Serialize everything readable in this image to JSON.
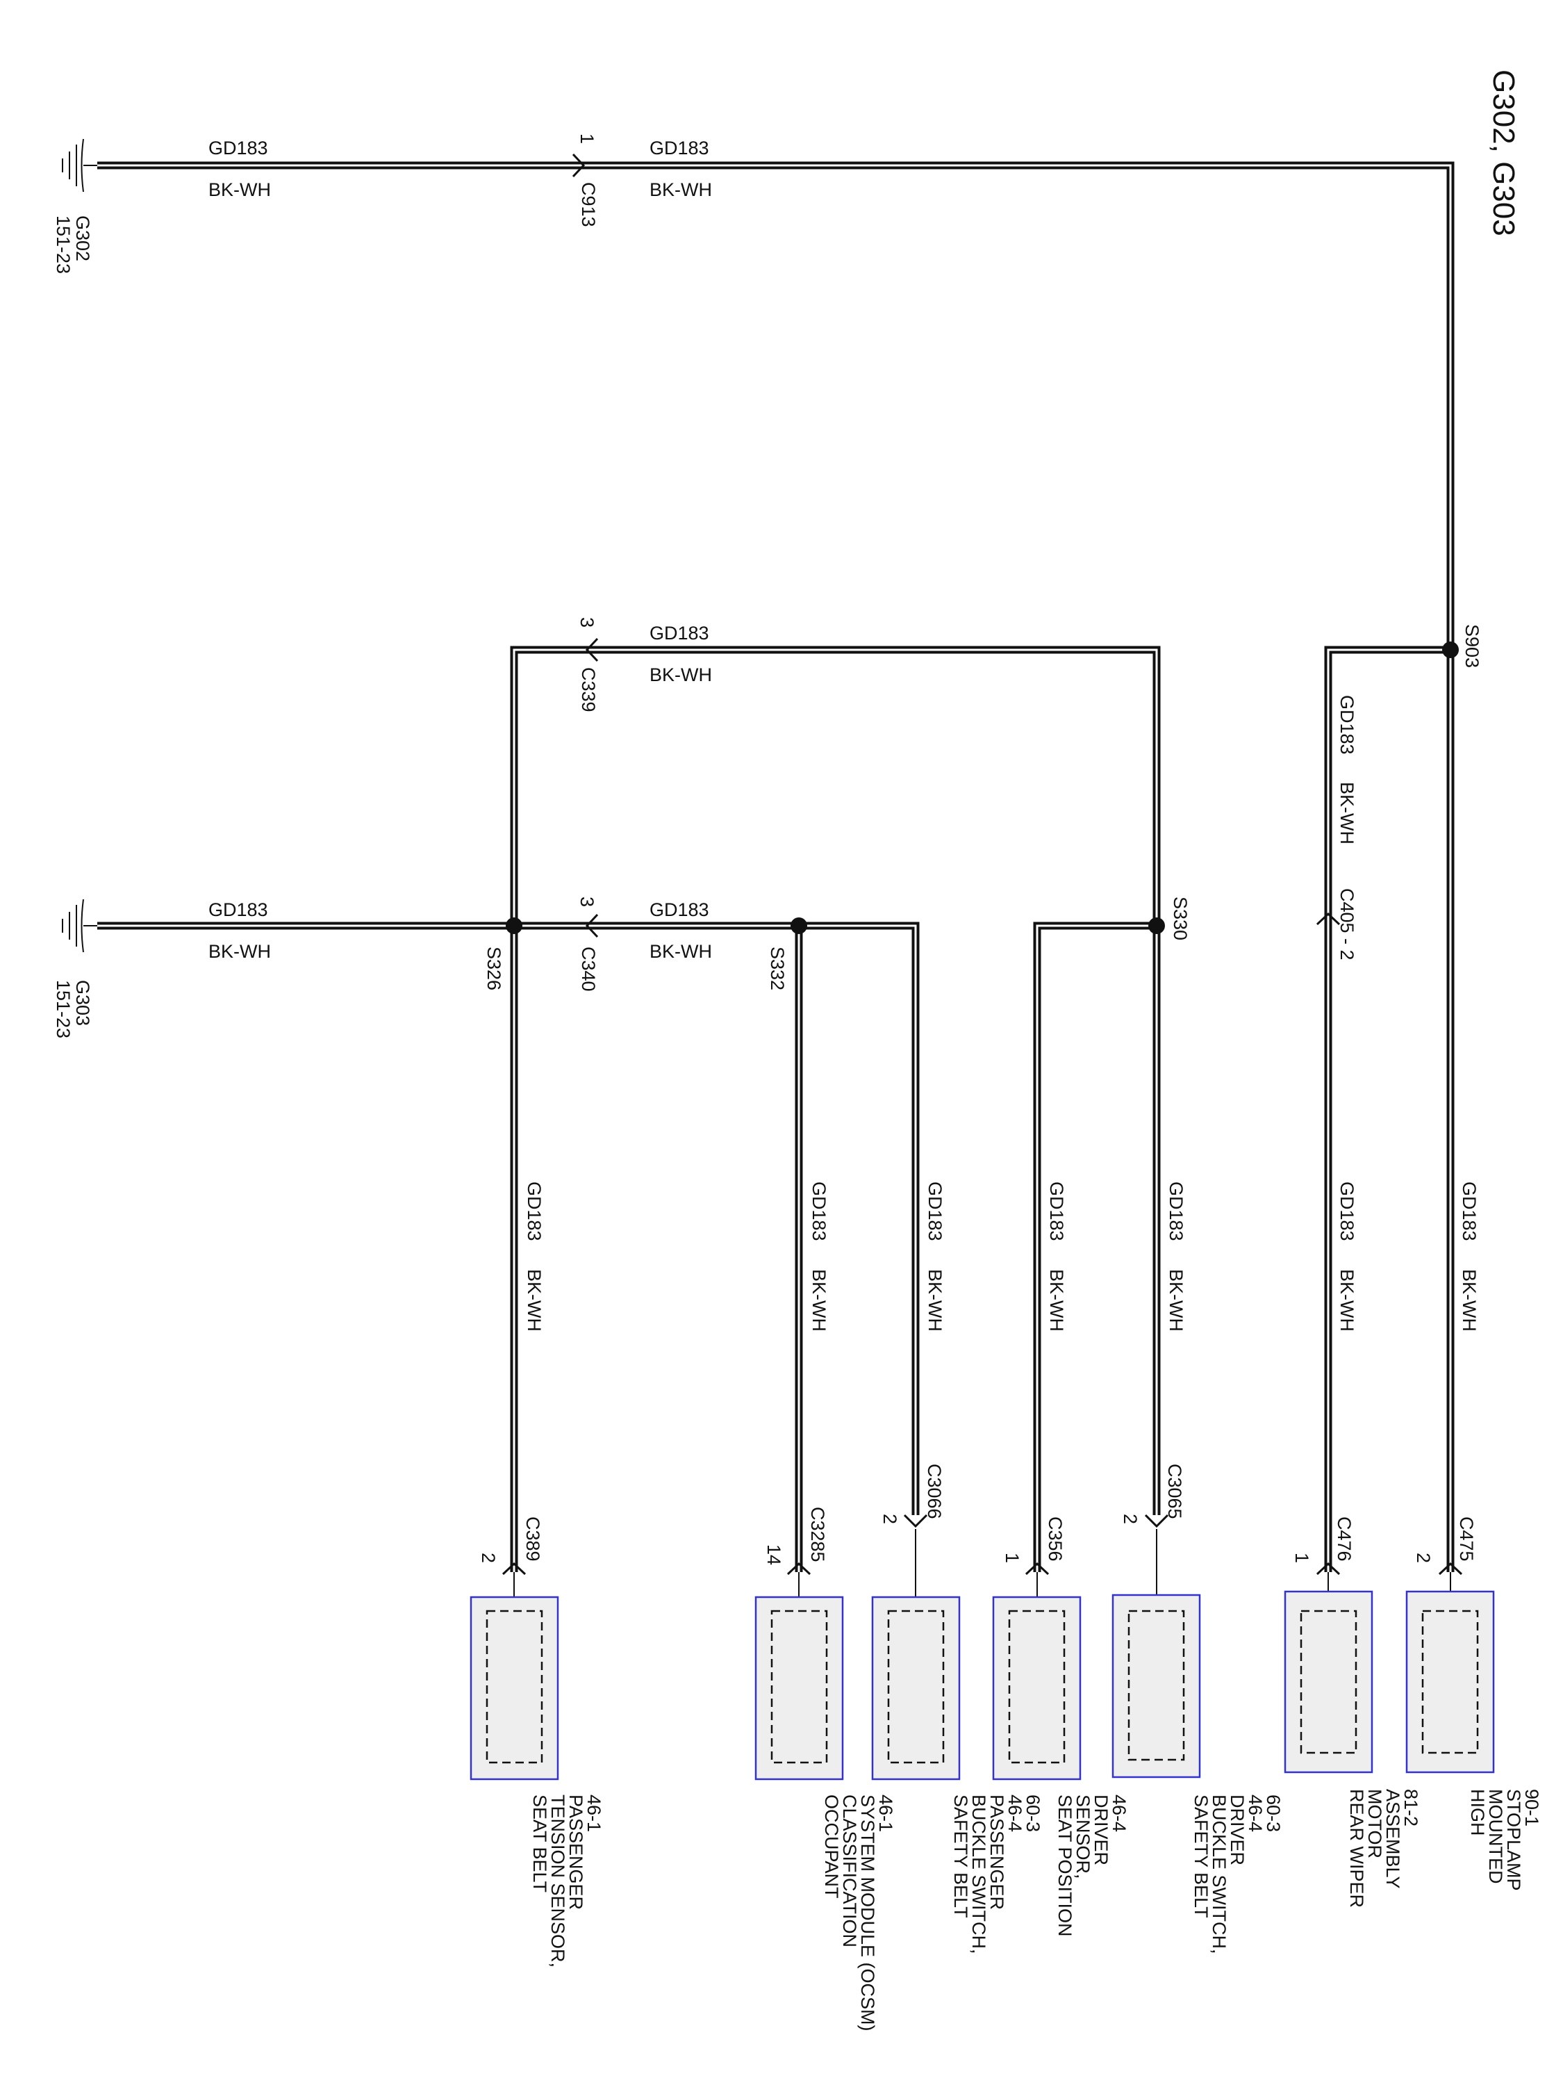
{
  "title": "G302, G303",
  "wire": {
    "circuit": "GD183",
    "color": "BK-WH"
  },
  "grounds": [
    {
      "id": "g302",
      "name": "G302",
      "ref": "151-23"
    },
    {
      "id": "g303",
      "name": "G303",
      "ref": "151-23"
    }
  ],
  "connectors": {
    "c913": {
      "name": "C913",
      "pin": "1"
    },
    "c339": {
      "name": "C339",
      "pin": "3"
    },
    "c340": {
      "name": "C340",
      "pin": "3"
    },
    "c405": {
      "name": "C405 - 2"
    }
  },
  "splices": {
    "s903": "S903",
    "s326": "S326",
    "s332": "S332",
    "s330": "S330"
  },
  "components": [
    {
      "id": "hmsl",
      "connector": "C475",
      "pin": "2",
      "lines": [
        "HIGH",
        "MOUNTED",
        "STOPLAMP",
        "90-1"
      ]
    },
    {
      "id": "wiper",
      "connector": "C476",
      "pin": "1",
      "lines": [
        "REAR WIPER",
        "MOTOR",
        "ASSEMBLY",
        "81-2"
      ]
    },
    {
      "id": "buckle-driver",
      "connector": "C3065",
      "pin": "2",
      "lines": [
        "SAFETY BELT",
        "BUCKLE SWITCH,",
        "DRIVER",
        "46-4",
        "60-3"
      ]
    },
    {
      "id": "seatpos",
      "connector": "C356",
      "pin": "1",
      "lines": [
        "SEAT POSITION",
        "SENSOR,",
        "DRIVER",
        "46-4"
      ]
    },
    {
      "id": "buckle-pass",
      "connector": "C3066",
      "pin": "2",
      "lines": [
        "SAFETY BELT",
        "BUCKLE SWITCH,",
        "PASSENGER",
        "46-4",
        "60-3"
      ]
    },
    {
      "id": "ocsm",
      "connector": "C3285",
      "pin": "14",
      "lines": [
        "OCCUPANT",
        "CLASSIFICATION",
        "SYSTEM MODULE (OCSM)",
        "46-1"
      ]
    },
    {
      "id": "tension",
      "connector": "C389",
      "pin": "2",
      "lines": [
        "SEAT BELT",
        "TENSION SENSOR,",
        "PASSENGER",
        "46-1"
      ]
    }
  ]
}
